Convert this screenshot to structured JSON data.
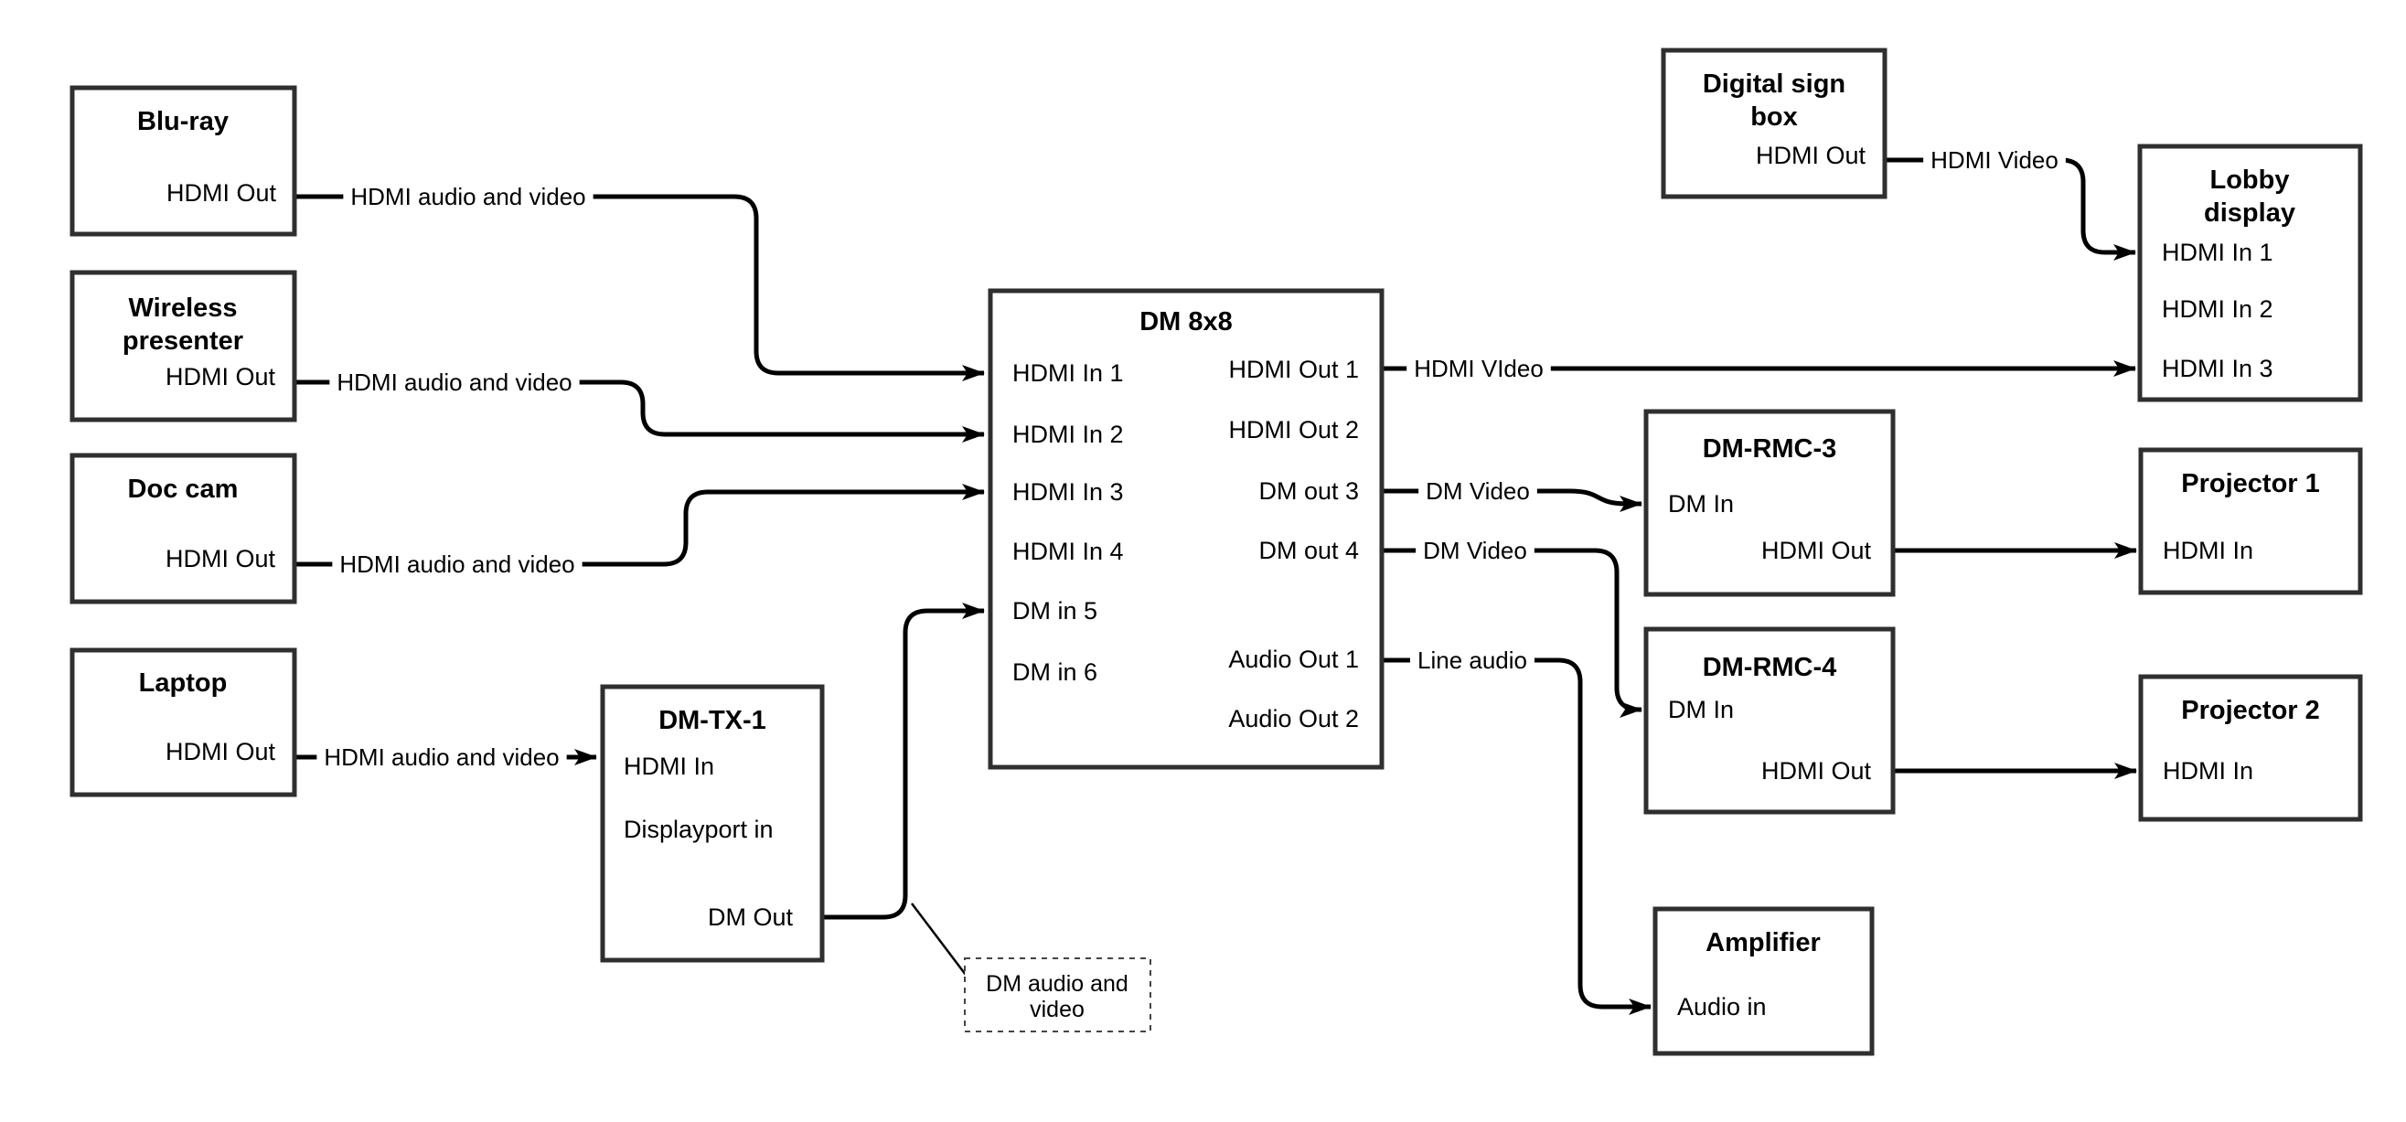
{
  "diagram": {
    "background": "#ffffff",
    "box_stroke": "#2f2f2f",
    "line_color": "#000000",
    "nodes": {
      "bluray": {
        "title": "Blu-ray",
        "port_hdmi_out": "HDMI Out"
      },
      "wireless": {
        "title_line1": "Wireless",
        "title_line2": "presenter",
        "port_hdmi_out": "HDMI Out"
      },
      "doccam": {
        "title": "Doc cam",
        "port_hdmi_out": "HDMI Out"
      },
      "laptop": {
        "title": "Laptop",
        "port_hdmi_out": "HDMI Out"
      },
      "dmtx1": {
        "title": "DM-TX-1",
        "port_hdmi_in": "HDMI In",
        "port_dp_in": "Displayport in",
        "port_dm_out": "DM Out"
      },
      "dm8x8": {
        "title": "DM 8x8",
        "ports_left": [
          "HDMI In 1",
          "HDMI In 2",
          "HDMI In 3",
          "HDMI In 4",
          "DM in 5",
          "DM in 6"
        ],
        "ports_right": [
          "HDMI Out 1",
          "HDMI Out 2",
          "DM out 3",
          "DM out 4",
          "Audio Out 1",
          "Audio Out 2"
        ]
      },
      "digital_sign": {
        "title_line1": "Digital sign",
        "title_line2": "box",
        "port_hdmi_out": "HDMI Out"
      },
      "lobby": {
        "title_line1": "Lobby",
        "title_line2": "display",
        "ports": [
          "HDMI In 1",
          "HDMI In 2",
          "HDMI In 3"
        ]
      },
      "dmrmc3": {
        "title": "DM-RMC-3",
        "port_dm_in": "DM In",
        "port_hdmi_out": "HDMI Out"
      },
      "proj1": {
        "title": "Projector 1",
        "port_hdmi_in": "HDMI In"
      },
      "dmrmc4": {
        "title": "DM-RMC-4",
        "port_dm_in": "DM In",
        "port_hdmi_out": "HDMI Out"
      },
      "proj2": {
        "title": "Projector 2",
        "port_hdmi_in": "HDMI In"
      },
      "amplifier": {
        "title": "Amplifier",
        "port_audio_in": "Audio in"
      }
    },
    "edges": {
      "bluray_to_dm8x8": "HDMI audio and video",
      "wireless_to_dm8x8": "HDMI audio and video",
      "doccam_to_dm8x8": "HDMI audio and video",
      "laptop_to_dmtx1": "HDMI audio and video",
      "dm8x8_to_lobby": "HDMI VIdeo",
      "dmout3_to_rmc3": "DM Video",
      "dmout4_to_rmc4": "DM Video",
      "audioout1_to_amp": "Line audio",
      "sign_to_lobby": "HDMI Video"
    },
    "note": {
      "line1": "DM audio and",
      "line2": "video"
    }
  }
}
